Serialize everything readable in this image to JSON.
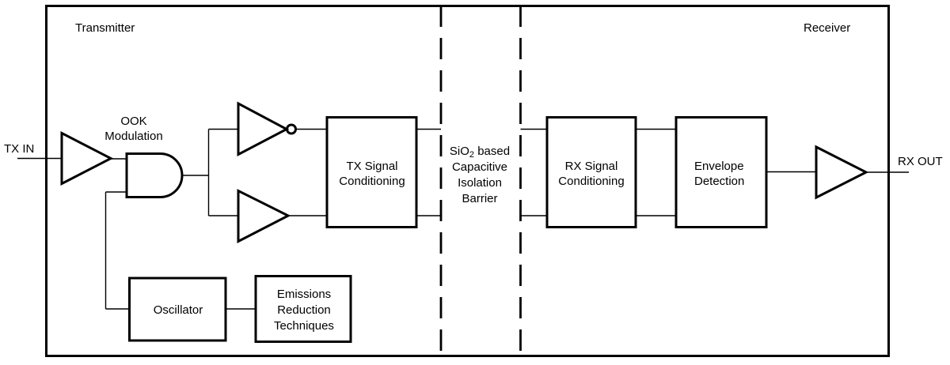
{
  "diagram": {
    "title_hint": "Isolated data channel block diagram",
    "colors": {
      "background": "#ffffff",
      "line": "#000000",
      "text": "#000000"
    },
    "regions": {
      "transmitter_label": "Transmitter",
      "receiver_label": "Receiver"
    },
    "ports": {
      "tx_in": "TX IN",
      "rx_out": "RX OUT"
    },
    "annotations": {
      "ook_line1": "OOK",
      "ook_line2": "Modulation"
    },
    "barrier": {
      "line1_pre": "SiO",
      "line1_sub": "2",
      "line1_post": " based",
      "line2": "Capacitive",
      "line3": "Isolation",
      "line4": "Barrier"
    },
    "blocks": {
      "tx_signal": {
        "line1": "TX Signal",
        "line2": "Conditioning"
      },
      "rx_signal": {
        "line1": "RX Signal",
        "line2": "Conditioning"
      },
      "envelope": {
        "line1": "Envelope",
        "line2": "Detection"
      },
      "oscillator": {
        "label": "Oscillator"
      },
      "emissions": {
        "line1": "Emissions",
        "line2": "Reduction",
        "line3": "Techniques"
      }
    }
  }
}
